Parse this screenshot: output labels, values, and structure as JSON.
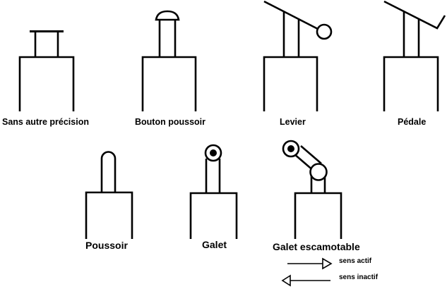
{
  "diagram": {
    "title": "Symboles de commande des distributeurs - organes mécaniques",
    "symbols": [
      {
        "id": "sans-autre-precision",
        "label": "Sans autre précision"
      },
      {
        "id": "bouton-poussoir",
        "label": "Bouton poussoir"
      },
      {
        "id": "levier",
        "label": "Levier"
      },
      {
        "id": "pedale",
        "label": "Pédale"
      },
      {
        "id": "poussoir",
        "label": "Poussoir"
      },
      {
        "id": "galet",
        "label": "Galet"
      },
      {
        "id": "galet-escamotable",
        "label": "Galet escamotable"
      }
    ],
    "legend": {
      "active": "sens actif",
      "inactive": "sens inactif"
    },
    "colors": {
      "stroke": "#000000",
      "background": "#ffffff"
    }
  }
}
